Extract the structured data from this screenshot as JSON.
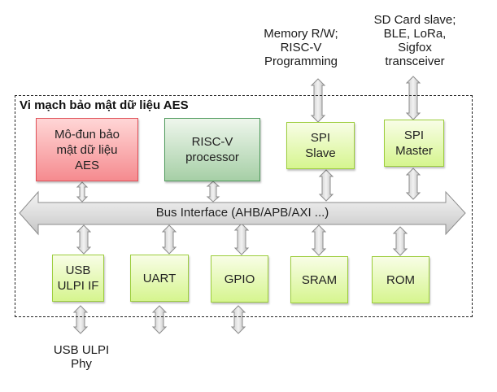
{
  "chip": {
    "title": "Vi mạch bảo mật dữ liệu AES"
  },
  "external_labels": {
    "spi_slave_ext": "Memory R/W;\nRISC-V\nProgramming",
    "spi_master_ext": "SD Card slave;\nBLE, LoRa,\nSigfox\ntransceiver",
    "usb_ext": "USB ULPI\nPhy"
  },
  "top_blocks": [
    {
      "id": "aes",
      "label": "Mô-đun bảo\nmật dữ liệu\nAES",
      "color": "red"
    },
    {
      "id": "riscv",
      "label": "RISC-V\nprocessor",
      "color": "green"
    },
    {
      "id": "spi-slave",
      "label": "SPI\nSlave",
      "color": "lime"
    },
    {
      "id": "spi-master",
      "label": "SPI\nMaster",
      "color": "lime"
    }
  ],
  "bus": {
    "label": "Bus Interface (AHB/APB/AXI ...)"
  },
  "bottom_blocks": [
    {
      "id": "usb-ulpi-if",
      "label": "USB\nULPI IF",
      "color": "lime"
    },
    {
      "id": "uart",
      "label": "UART",
      "color": "lime"
    },
    {
      "id": "gpio",
      "label": "GPIO",
      "color": "lime"
    },
    {
      "id": "sram",
      "label": "SRAM",
      "color": "lime"
    },
    {
      "id": "rom",
      "label": "ROM",
      "color": "lime"
    }
  ],
  "colors": {
    "aes_fill_top": "#ffd6d6",
    "aes_fill_bottom": "#f58b8f",
    "riscv_fill_top": "#eef6ec",
    "riscv_fill_bottom": "#a6cfa6",
    "peripheral_fill_top": "#f8fde6",
    "peripheral_fill_bottom": "#d6f58f",
    "arrow_fill": "#d4d4d4",
    "arrow_stroke": "#8c8c8c"
  }
}
